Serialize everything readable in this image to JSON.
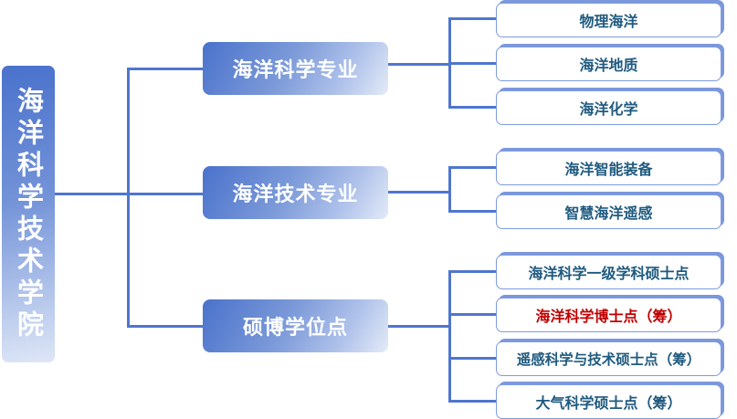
{
  "root": {
    "label": "海洋科学技术学院"
  },
  "colors": {
    "connector": "#4f76cf",
    "box_gradient_start": "#4a72cc",
    "box_gradient_end": "#e4ebf8",
    "leaf_text": "#1f5a7f",
    "highlight_text": "#c00000"
  },
  "branches": [
    {
      "label": "海洋科学专业",
      "children": [
        {
          "label": "物理海洋",
          "highlight": false
        },
        {
          "label": "海洋地质",
          "highlight": false
        },
        {
          "label": "海洋化学",
          "highlight": false
        }
      ]
    },
    {
      "label": "海洋技术专业",
      "children": [
        {
          "label": "海洋智能装备",
          "highlight": false
        },
        {
          "label": "智慧海洋遥感",
          "highlight": false
        }
      ]
    },
    {
      "label": "硕博学位点",
      "children": [
        {
          "label": "海洋科学一级学科硕士点",
          "highlight": false
        },
        {
          "label": "海洋科学博士点（筹）",
          "highlight": true
        },
        {
          "label": "遥感科学与技术硕士点（筹）",
          "highlight": false
        },
        {
          "label": "大气科学硕士点（筹）",
          "highlight": false
        }
      ]
    }
  ]
}
